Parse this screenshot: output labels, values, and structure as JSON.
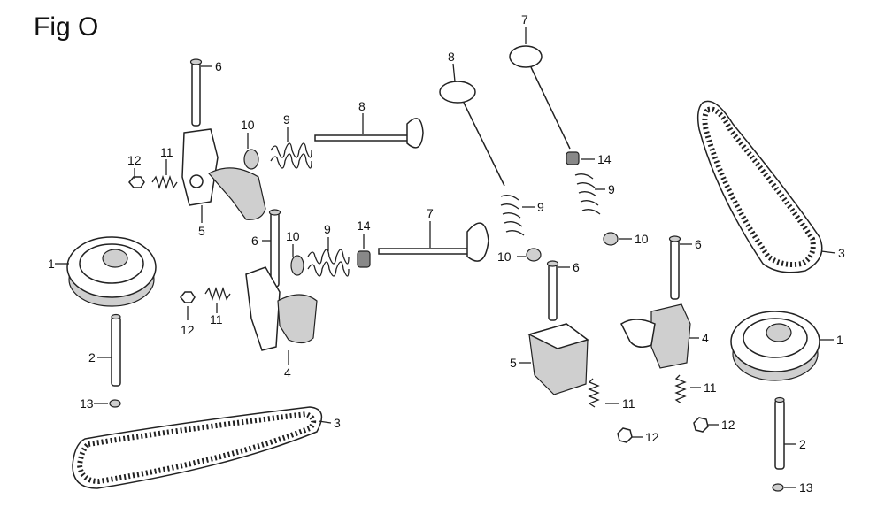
{
  "figure": {
    "title": "Fig O"
  },
  "labels": {
    "l6a": "6",
    "l10a": "10",
    "l9a": "9",
    "l8a": "8",
    "l12a": "12",
    "l11a": "11",
    "l5a": "5",
    "l1a": "1",
    "l2a": "2",
    "l13a": "13",
    "l6b": "6",
    "l10b": "10",
    "l9b": "9",
    "l14a": "14",
    "l7a": "7",
    "l12b": "12",
    "l11b": "11",
    "l4a": "4",
    "l3a": "3",
    "l8b": "8",
    "l9c": "9",
    "l10c": "10",
    "l6c": "6",
    "l5b": "5",
    "l11c": "11",
    "l12c": "12",
    "l7b": "7",
    "l14b": "14",
    "l9d": "9",
    "l10d": "10",
    "l6d": "6",
    "l4b": "4",
    "l11d": "11",
    "l12d": "12",
    "l3b": "3",
    "l1b": "1",
    "l2b": "2",
    "l13b": "13"
  }
}
